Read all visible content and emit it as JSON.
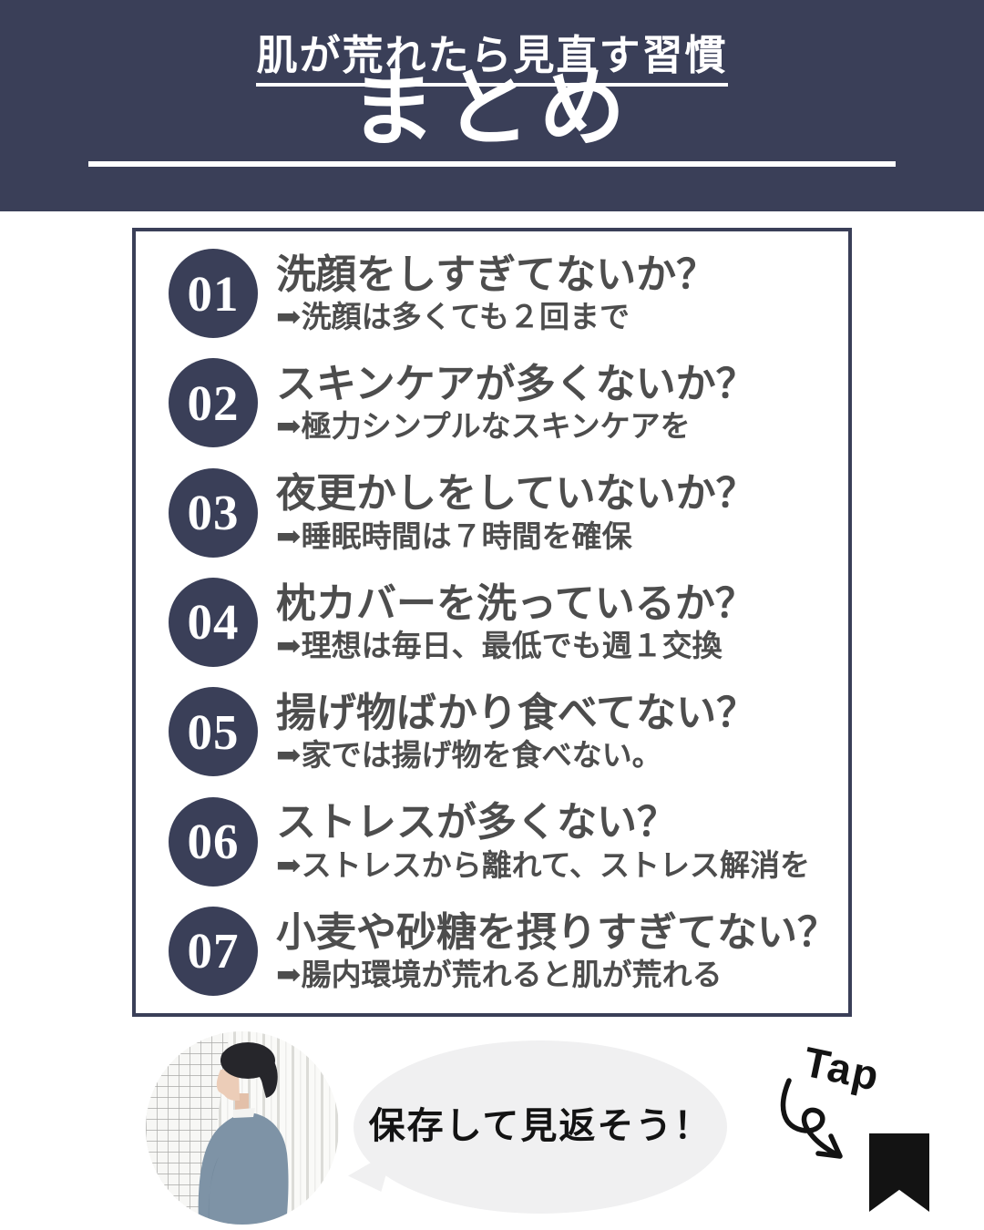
{
  "colors": {
    "navy": "#3a3f58",
    "ink": "#4d4d4d",
    "bubble": "#f0f0f1",
    "black": "#131313"
  },
  "header": {
    "subtitle": "肌が荒れたら見直す習慣",
    "title": "まとめ"
  },
  "checklist": {
    "items": [
      {
        "number": "01",
        "title": "洗顔をしすぎてないか？",
        "tip": "➡洗顔は多くても２回まで"
      },
      {
        "number": "02",
        "title": "スキンケアが多くないか？",
        "tip": "➡極力シンプルなスキンケアを"
      },
      {
        "number": "03",
        "title": "夜更かしをしていないか？",
        "tip": "➡睡眠時間は７時間を確保"
      },
      {
        "number": "04",
        "title": "枕カバーを洗っているか？",
        "tip": "➡理想は毎日、最低でも週１交換"
      },
      {
        "number": "05",
        "title": "揚げ物ばかり食べてない？",
        "tip": "➡家では揚げ物を食べない。"
      },
      {
        "number": "06",
        "title": "ストレスが多くない？",
        "tip": "➡ストレスから離れて、ストレス解消を"
      },
      {
        "number": "07",
        "title": "小麦や砂糖を摂りすぎてない？",
        "tip": "➡腸内環境が荒れると肌が荒れる"
      }
    ]
  },
  "footer": {
    "bubble_text": "保存して見返そう！",
    "tap_label": "Tap"
  },
  "icons": {
    "tip_prefix": "➡",
    "bookmark": "bookmark-ribbon",
    "tap_arrow": "curly-arrow"
  }
}
